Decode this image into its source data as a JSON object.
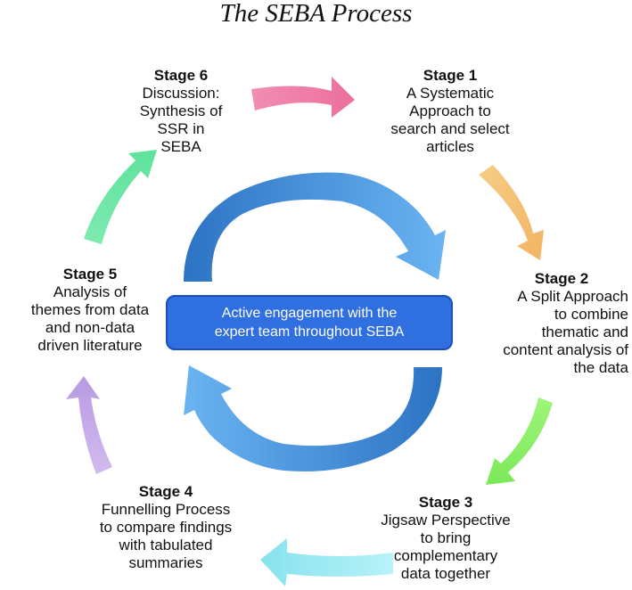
{
  "title": "The SEBA Process",
  "center_text": "Active engagement with the\nexpert team throughout SEBA",
  "stages": [
    {
      "heading": "Stage 1",
      "text": "A Systematic\nApproach to\nsearch and select\narticles",
      "color": "#f4c07a"
    },
    {
      "heading": "Stage 2",
      "text": "A Split Approach\nto combine\nthematic and\ncontent analysis of\nthe data",
      "color": "#8ef06a"
    },
    {
      "heading": "Stage 3",
      "text": "Jigsaw Perspective\nto bring\ncomplementary\ndata together",
      "color": "#8ee8f2"
    },
    {
      "heading": "Stage 4",
      "text": "Funnelling Process\nto compare findings\nwith tabulated\nsummaries",
      "color": "#c4a6e6"
    },
    {
      "heading": "Stage 5",
      "text": "Analysis of\nthemes from data\nand non-data\ndriven literature",
      "color": "#6ee6a6"
    },
    {
      "heading": "Stage 6",
      "text": "Discussion:\nSynthesis of\nSSR in\nSEBA",
      "color": "#ee7fa8"
    }
  ],
  "colors": {
    "inner_dark": "#3078c8",
    "inner_light": "#5aa8ec",
    "center_box": "#2f6fe0"
  }
}
